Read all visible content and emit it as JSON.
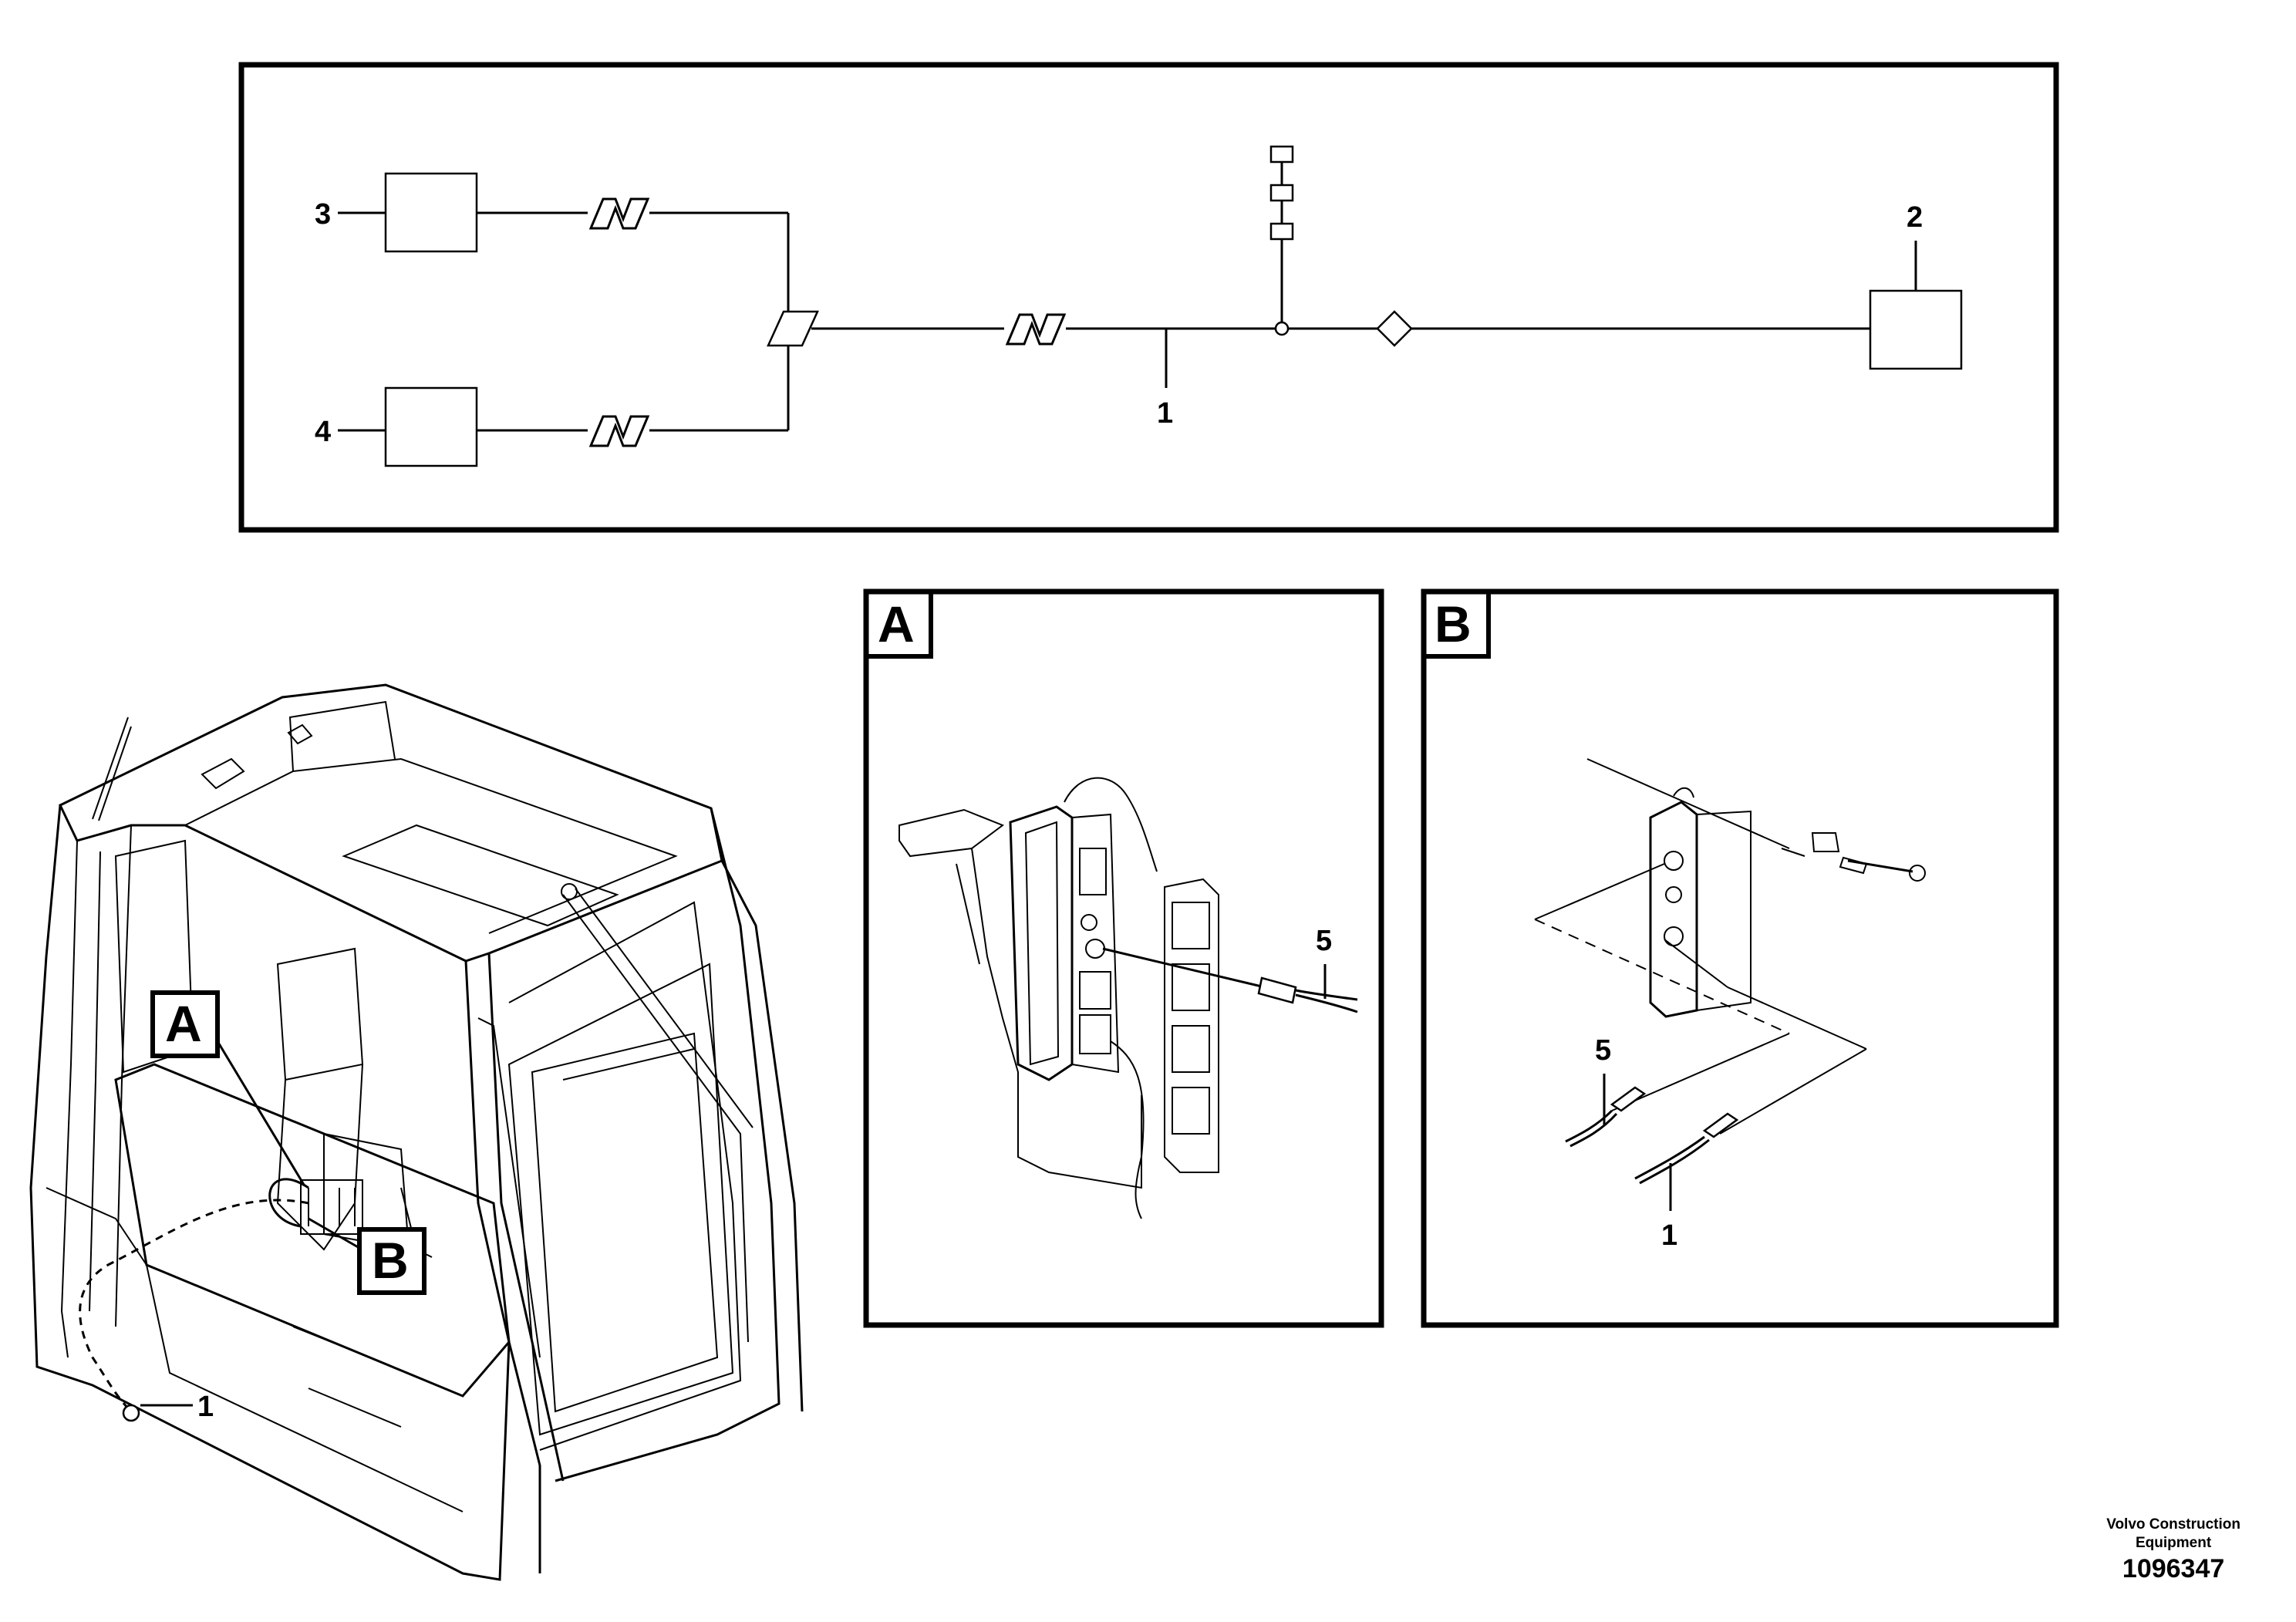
{
  "schematic": {
    "callouts": [
      "3",
      "4",
      "1",
      "2"
    ]
  },
  "cab_view": {
    "labels": [
      "A",
      "B"
    ],
    "callouts": [
      "1"
    ]
  },
  "detail_a": {
    "letter": "A",
    "callouts": [
      "5"
    ]
  },
  "detail_b": {
    "letter": "B",
    "callouts": [
      "5",
      "1"
    ]
  },
  "footer": {
    "brand_line1": "Volvo Construction",
    "brand_line2": "Equipment",
    "drawing_number": "1096347"
  }
}
